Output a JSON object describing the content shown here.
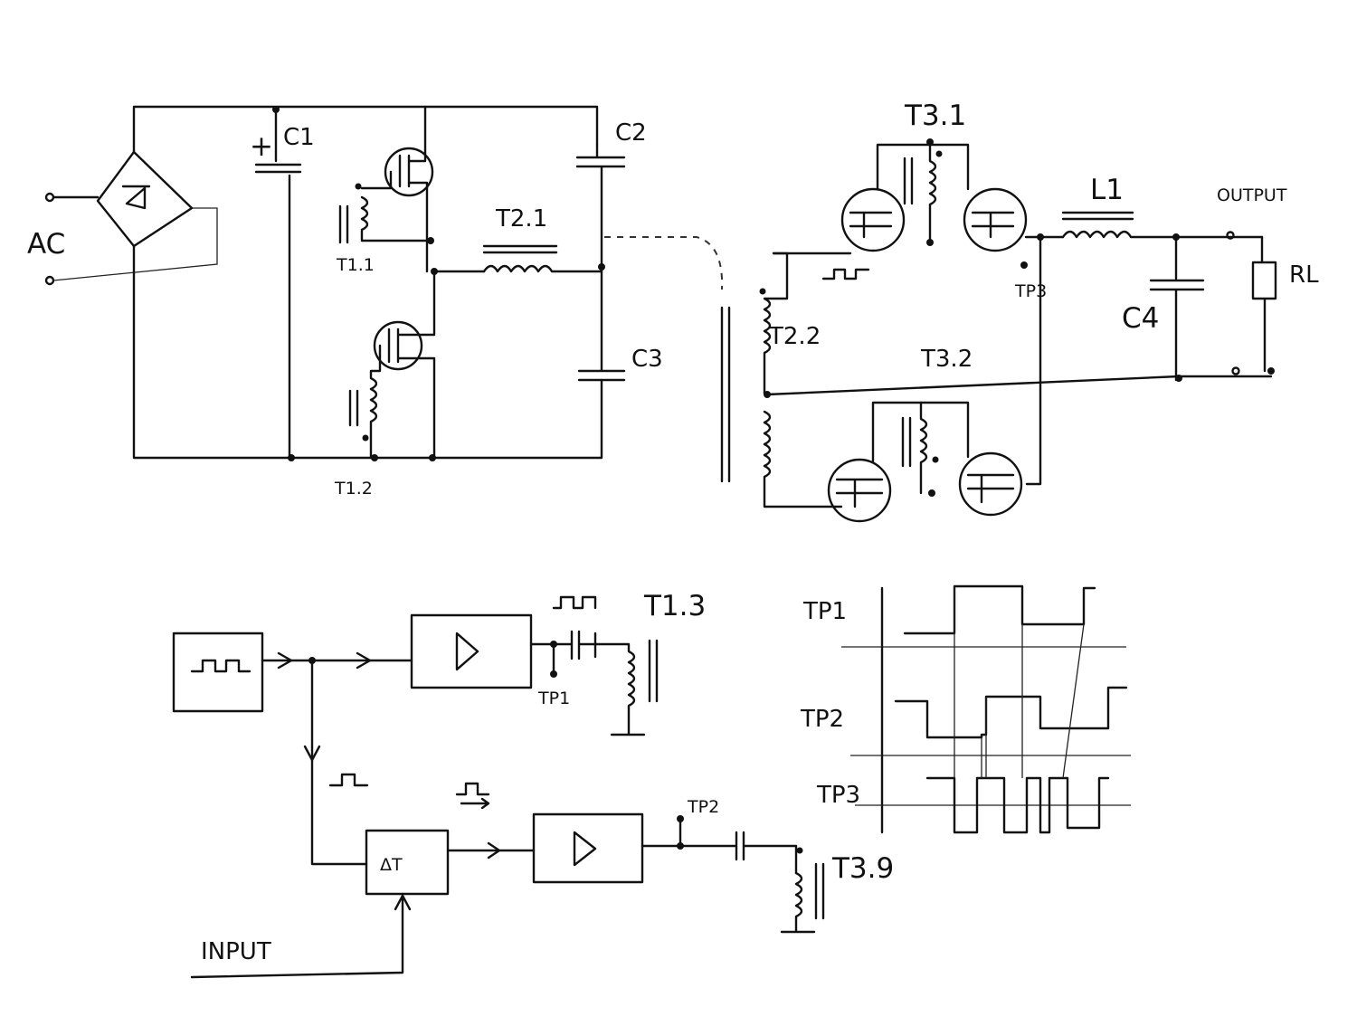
{
  "labels": {
    "ac": "AC",
    "c1": "C1",
    "c1_plus": "+",
    "c2": "C2",
    "c3": "C3",
    "c4": "C4",
    "t1_1": "T1.1",
    "t1_2": "T1.2",
    "t1_3": "T1.3",
    "t2_1": "T2.1",
    "t2_2": "T2.2",
    "t3_1": "T3.1",
    "t3_2": "T3.2",
    "t3_x": "T3.9",
    "l1": "L1",
    "output": "OUTPUT",
    "rl": "RL",
    "tp1": "TP1",
    "tp2": "TP2",
    "tp3": "TP3",
    "input": "INPUT",
    "delay": "ΔT"
  },
  "waveforms": {
    "rows": [
      "TP1",
      "TP2",
      "TP3"
    ]
  }
}
